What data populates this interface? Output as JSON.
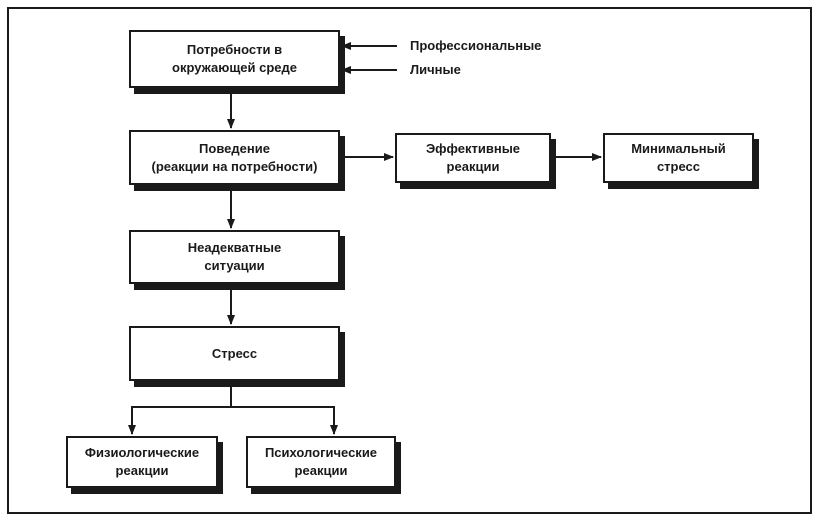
{
  "nodes": {
    "needs": "Потребности в\nокружающей среде",
    "behavior": "Поведение\n(реакции на потребности)",
    "effective": "Эффективные\nреакции",
    "minimal_stress": "Минимальный\nстресс",
    "inadequate": "Неадекватные\nситуации",
    "stress": "Стресс",
    "physiological": "Физиологические\nреакции",
    "psychological": "Психологические\nреакции"
  },
  "inputs": {
    "professional": "Профессиональные",
    "personal": "Личные"
  },
  "edges": [
    {
      "from": "needs",
      "to": "behavior"
    },
    {
      "from": "behavior",
      "to": "effective"
    },
    {
      "from": "effective",
      "to": "minimal_stress"
    },
    {
      "from": "behavior",
      "to": "inadequate"
    },
    {
      "from": "inadequate",
      "to": "stress"
    },
    {
      "from": "stress",
      "to": "physiological"
    },
    {
      "from": "stress",
      "to": "psychological"
    },
    {
      "from": "professional",
      "to": "needs"
    },
    {
      "from": "personal",
      "to": "needs"
    }
  ],
  "colors": {
    "ink": "#1a1a1a",
    "background": "#ffffff"
  }
}
